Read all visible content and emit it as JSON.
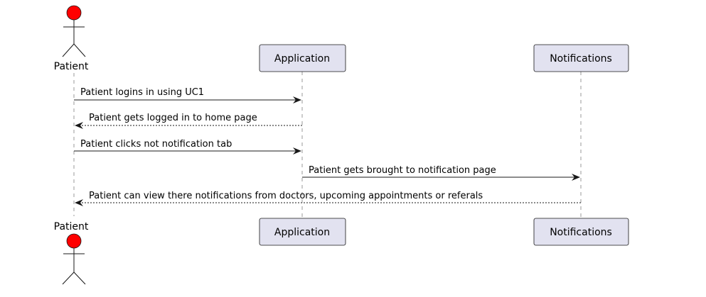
{
  "participants": [
    {
      "id": "patient",
      "label": "Patient",
      "kind": "actor"
    },
    {
      "id": "application",
      "label": "Application",
      "kind": "participant"
    },
    {
      "id": "notifications",
      "label": "Notifications",
      "kind": "participant"
    }
  ],
  "messages": [
    {
      "from": "patient",
      "to": "application",
      "label": "Patient logins in using UC1",
      "style": "solid"
    },
    {
      "from": "application",
      "to": "patient",
      "label": "Patient gets logged in to home page",
      "style": "dashed"
    },
    {
      "from": "patient",
      "to": "application",
      "label": "Patient clicks not notification tab",
      "style": "solid"
    },
    {
      "from": "application",
      "to": "notifications",
      "label": "Patient gets brought to notification page",
      "style": "solid"
    },
    {
      "from": "notifications",
      "to": "patient",
      "label": "Patient can view there notifications from doctors, upcoming appointments or referals",
      "style": "dashed"
    }
  ],
  "colors": {
    "actor_head": "#ff0000",
    "participant_fill": "#e2e2f0",
    "participant_stroke": "#181818",
    "lifeline": "#999999",
    "arrow": "#181818"
  }
}
